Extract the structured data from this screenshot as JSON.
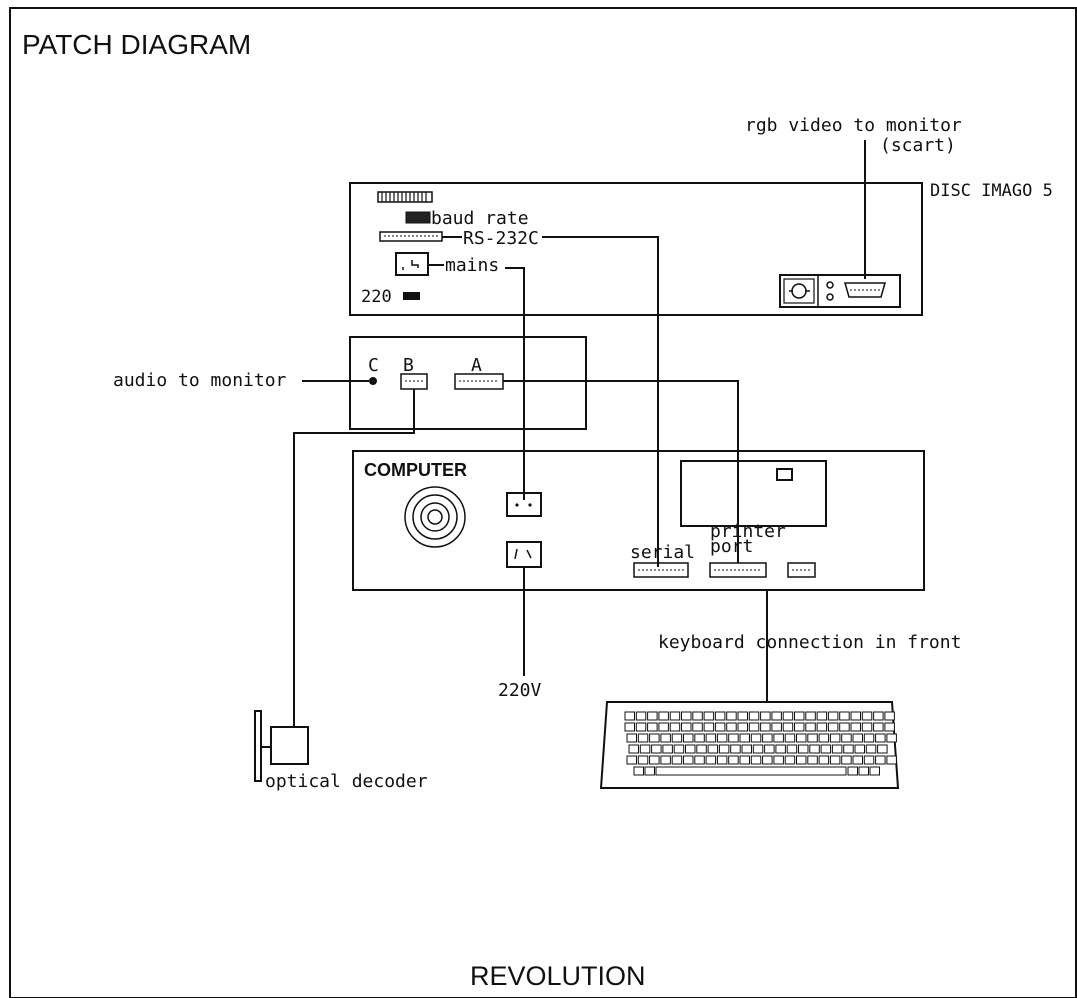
{
  "title": "PATCH DIAGRAM",
  "footer": "REVOLUTION",
  "units": {
    "disc": {
      "name": "DISC IMAGO 5",
      "baud": "baud rate",
      "rs232": "RS-232C",
      "mains": "mains",
      "voltage": "220"
    },
    "switchbox": {
      "port_c": "C",
      "port_b": "B",
      "port_a": "A"
    },
    "computer": {
      "name": "COMPUTER",
      "serial": "serial",
      "printer_line1": "printer",
      "printer_line2": "port"
    }
  },
  "labels": {
    "rgb_line1": "rgb video to monitor",
    "rgb_line2": "(scart)",
    "audio": "audio to monitor",
    "keyboard_note": "keyboard connection in front",
    "power": "220V",
    "optical": "optical decoder"
  },
  "colors": {
    "ink": "#111111",
    "paper": "#ffffff"
  }
}
